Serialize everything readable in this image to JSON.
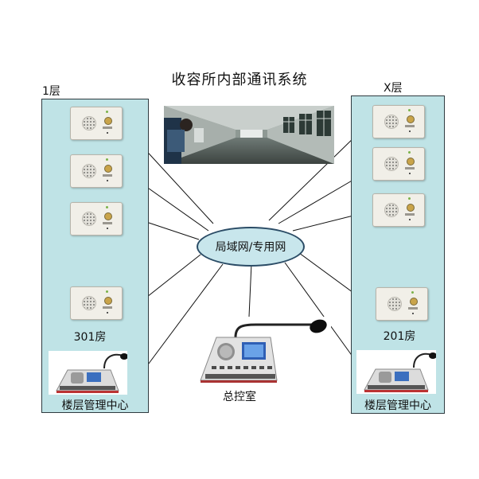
{
  "title": "收容所内部通讯系统",
  "left_floor": {
    "label": "1层",
    "room_label": "301房",
    "center_label": "楼层管理中心"
  },
  "right_floor": {
    "label": "X层",
    "room_label": "201房",
    "center_label": "楼层管理中心"
  },
  "network_label": "局域网/专用网",
  "console_label": "总控室",
  "colors": {
    "panel_fill": "#bfe3e6",
    "network_fill": "#c8e6ec",
    "network_stroke": "#2b4c66",
    "line": "#111111"
  }
}
